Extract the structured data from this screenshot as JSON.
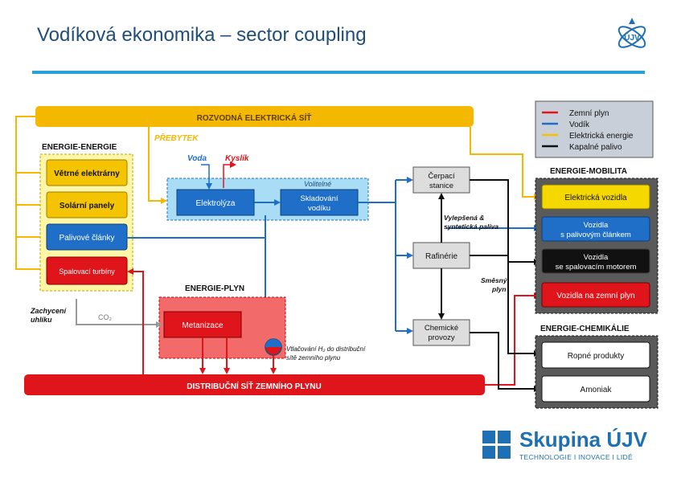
{
  "header": {
    "title": "Vodíková ekonomika – sector coupling",
    "logo_text": "ÚJV"
  },
  "diagram": {
    "top_bar": "ROZVODNÁ ELEKTRICKÁ SÍŤ",
    "bottom_bar": "DISTRIBUČNÍ SÍŤ ZEMNÍHO PLYNU",
    "prebytek": "PŘEBYTEK",
    "energie_energie": {
      "title": "ENERGIE-ENERGIE",
      "items": [
        "Větrné elektrárny",
        "Solární panely",
        "Palivové články",
        "Spalovací turbíny"
      ]
    },
    "voda": "Voda",
    "kyslik": "Kyslík",
    "volitelne": "Volitelné",
    "elektrolyza": "Elektrolýza",
    "skladovani": [
      "Skladování",
      "vodíku"
    ],
    "energie_plyn": "ENERGIE-PLYN",
    "zachyceni": [
      "Zachycení",
      "uhlíku"
    ],
    "co2": "CO₂",
    "metanizace": "Metanizace",
    "vtlacovani": [
      "Vtlačování H₂ do distribuční",
      "sítě zemního plynu"
    ],
    "cerpaci": [
      "Čerpací",
      "stanice"
    ],
    "rafinerie": "Rafinérie",
    "chemicke": [
      "Chemické",
      "provozy"
    ],
    "vylepsena": [
      "Vylepšená &",
      "syntetická paliva"
    ],
    "smesny": [
      "Směsný",
      "plyn"
    ],
    "legend": [
      {
        "label": "Zemní plyn",
        "color": "#e8141b"
      },
      {
        "label": "Vodík",
        "color": "#1f6fc8"
      },
      {
        "label": "Elektrická energie",
        "color": "#f5c000"
      },
      {
        "label": "Kapalné palivo",
        "color": "#111111"
      }
    ],
    "energie_mobilita": {
      "title": "ENERGIE-MOBILITA",
      "items": [
        {
          "label": "Elektrická vozidla",
          "lines": [
            "Elektrická vozidla"
          ]
        },
        {
          "label": "Vozidla s palivovým článkem",
          "lines": [
            "Vozidla",
            "s palivovým článkem"
          ]
        },
        {
          "label": "Vozidla se spalovacím motorem",
          "lines": [
            "Vozidla",
            "se spalovacím motorem"
          ]
        },
        {
          "label": "Vozidla na zemní plyn",
          "lines": [
            "Vozidla na zemní plyn"
          ]
        }
      ]
    },
    "energie_chemikalie": {
      "title": "ENERGIE-CHEMIKÁLIE",
      "items": [
        "Ropné produkty",
        "Amoniak"
      ]
    }
  },
  "footer": {
    "brand": "Skupina ÚJV",
    "tagline": "TECHNOLOGIE  I  INOVACE  I  LIDÉ",
    "brand_color": "#1f6fb5"
  }
}
